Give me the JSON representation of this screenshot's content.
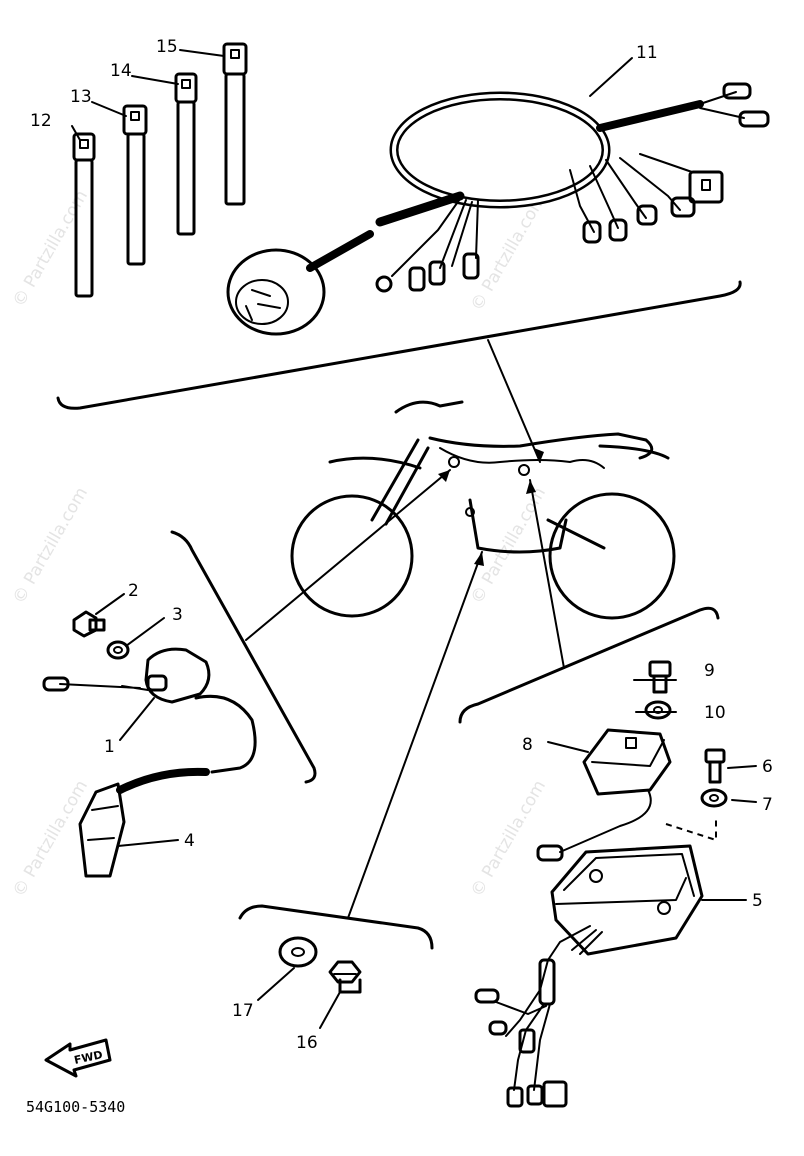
{
  "watermark": "© Partzilla.com",
  "diagram_code": "54G100-5340",
  "fwd_label": "FWD",
  "callouts": {
    "p1": "1",
    "p2": "2",
    "p3": "3",
    "p4": "4",
    "p5": "5",
    "p6": "6",
    "p7": "7",
    "p8": "8",
    "p9": "9",
    "p10": "10",
    "p11": "11",
    "p12": "12",
    "p13": "13",
    "p14": "14",
    "p15": "15",
    "p16": "16",
    "p17": "17"
  }
}
